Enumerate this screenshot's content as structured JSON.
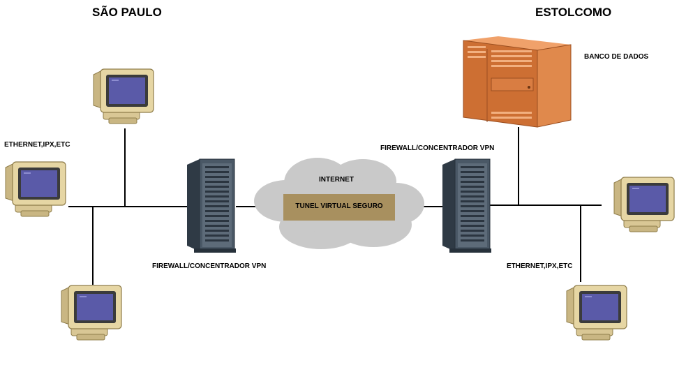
{
  "sites": {
    "left": {
      "title": "SÃO PAULO",
      "network_label": "ETHERNET,IPX,ETC",
      "firewall_label": "FIREWALL/CONCENTRADOR VPN"
    },
    "right": {
      "title": "ESTOLCOMO",
      "network_label": "ETHERNET,IPX,ETC",
      "firewall_label": "FIREWALL/CONCENTRADOR VPN",
      "database_label": "BANCO DE DADOS"
    }
  },
  "internet": {
    "label": "INTERNET",
    "tunnel_label": "TUNEL VIRTUAL SEGURO"
  },
  "colors": {
    "monitor_body": "#e6d6a4",
    "monitor_shadow": "#b8a36a",
    "monitor_screen": "#5a5aa8",
    "tower_body": "#3c4a58",
    "tower_face": "#5d6b79",
    "cloud": "#c9c9c9",
    "tunnel": "#a8905f",
    "database_front": "#cd6f33",
    "database_side": "#e0894c",
    "database_top": "#f0a16a"
  },
  "icons": [
    "monitor-icon",
    "tower-server-icon",
    "database-server-icon",
    "cloud-icon"
  ]
}
